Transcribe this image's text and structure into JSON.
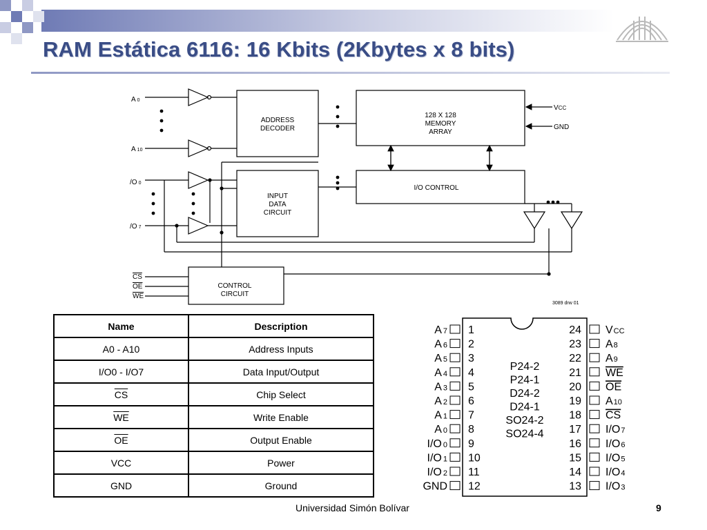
{
  "slide": {
    "title": "RAM Estática 6116: 16 Kbits (2Kbytes x 8 bits)",
    "footer": "Universidad Simón Bolívar",
    "page_number": "9"
  },
  "block_diagram": {
    "address_decoder": [
      "ADDRESS",
      "DECODER"
    ],
    "memory_array": [
      "128 X 128",
      "MEMORY",
      "ARRAY"
    ],
    "input_data_circuit": [
      "INPUT",
      "DATA",
      "CIRCUIT"
    ],
    "io_control": "I/O CONTROL",
    "control_circuit": [
      "CONTROL",
      "CIRCUIT"
    ],
    "addr_first": {
      "base": "A",
      "sub": "0"
    },
    "addr_last": {
      "base": "A",
      "sub": "10"
    },
    "io_first": {
      "base": "/O",
      "sub": "0"
    },
    "io_last": {
      "base": "/O",
      "sub": "7"
    },
    "vcc": {
      "base": "V",
      "sub": "CC"
    },
    "gnd": "GND",
    "control_inputs": [
      "CS",
      "OE",
      "WE"
    ],
    "drawing_code": "3089 drw 01"
  },
  "pin_table": {
    "headers": [
      "Name",
      "Description"
    ],
    "rows": [
      {
        "name": "A0 - A10",
        "description": "Address Inputs"
      },
      {
        "name": "I/O0 - I/O7",
        "description": "Data Input/Output"
      },
      {
        "name": "CS",
        "description": "Chip Select"
      },
      {
        "name": "WE",
        "description": "Write Enable"
      },
      {
        "name": "OE",
        "description": "Output Enable"
      },
      {
        "name": "VCC",
        "description": "Power"
      },
      {
        "name": "GND",
        "description": "Ground"
      }
    ]
  },
  "package": {
    "packages": [
      "P24-2",
      "P24-1",
      "D24-2",
      "D24-1",
      "SO24-2",
      "SO24-4"
    ],
    "left_pins": [
      {
        "num": "1",
        "base": "A",
        "sub": "7"
      },
      {
        "num": "2",
        "base": "A",
        "sub": "6"
      },
      {
        "num": "3",
        "base": "A",
        "sub": "5"
      },
      {
        "num": "4",
        "base": "A",
        "sub": "4"
      },
      {
        "num": "5",
        "base": "A",
        "sub": "3"
      },
      {
        "num": "6",
        "base": "A",
        "sub": "2"
      },
      {
        "num": "7",
        "base": "A",
        "sub": "1"
      },
      {
        "num": "8",
        "base": "A",
        "sub": "0"
      },
      {
        "num": "9",
        "base": "I/O",
        "sub": "0"
      },
      {
        "num": "10",
        "base": "I/O",
        "sub": "1"
      },
      {
        "num": "11",
        "base": "I/O",
        "sub": "2"
      },
      {
        "num": "12",
        "base": "GND",
        "sub": ""
      }
    ],
    "right_pins": [
      {
        "num": "24",
        "base": "V",
        "sub": "CC",
        "overline": false
      },
      {
        "num": "23",
        "base": "A",
        "sub": "8",
        "overline": false
      },
      {
        "num": "22",
        "base": "A",
        "sub": "9",
        "overline": false
      },
      {
        "num": "21",
        "base": "WE",
        "sub": "",
        "overline": true
      },
      {
        "num": "20",
        "base": "OE",
        "sub": "",
        "overline": true
      },
      {
        "num": "19",
        "base": "A",
        "sub": "10",
        "overline": false
      },
      {
        "num": "18",
        "base": "CS",
        "sub": "",
        "overline": true
      },
      {
        "num": "17",
        "base": "I/O",
        "sub": "7",
        "overline": false
      },
      {
        "num": "16",
        "base": "I/O",
        "sub": "6",
        "overline": false
      },
      {
        "num": "15",
        "base": "I/O",
        "sub": "5",
        "overline": false
      },
      {
        "num": "14",
        "base": "I/O",
        "sub": "4",
        "overline": false
      },
      {
        "num": "13",
        "base": "I/O",
        "sub": "3",
        "overline": false
      }
    ]
  },
  "colors": {
    "title": "#3a4d86",
    "accent": "#8f98c4"
  }
}
